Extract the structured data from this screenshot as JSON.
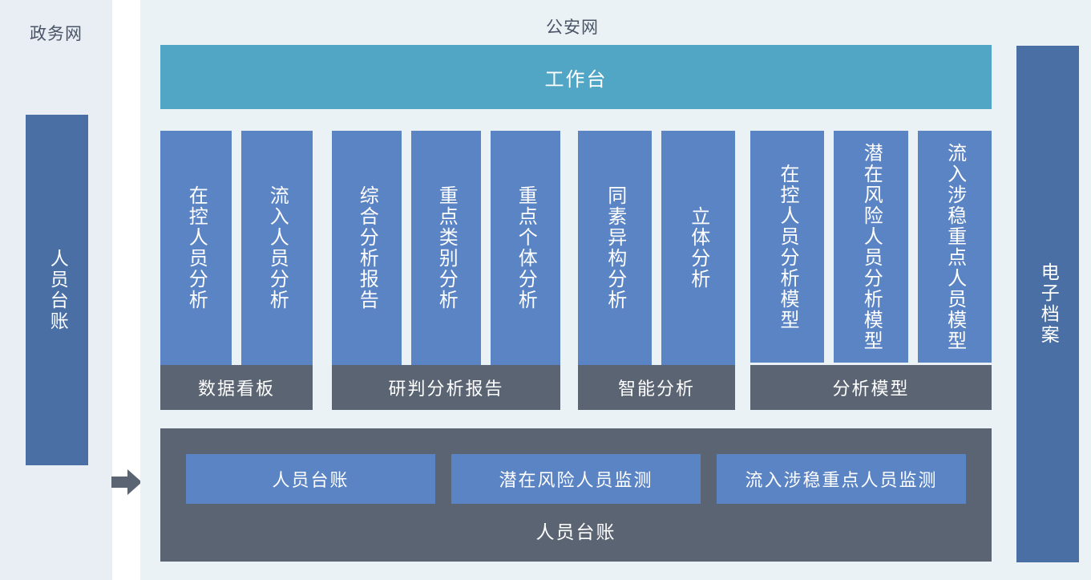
{
  "left_zone": {
    "title": "政务网",
    "bar_label": "人员台账",
    "arrow_icon": "arrow-right-icon",
    "bar_color": "#4A6FA5",
    "bg_color": "#E9EDF4"
  },
  "main_zone": {
    "title": "公安网",
    "bg_color": "#EBF2F5",
    "workbench": {
      "label": "工作台",
      "color": "#51A5C5"
    },
    "groups": [
      {
        "footer_label": "数据看板",
        "cards": [
          "在控人员分析",
          "流入人员分析"
        ]
      },
      {
        "footer_label": "研判分析报告",
        "cards": [
          "综合分析报告",
          "重点类别分析",
          "重点个体分析"
        ]
      },
      {
        "footer_label": "智能分析",
        "cards": [
          "同素异构分析",
          "立体分析"
        ]
      },
      {
        "footer_label": "分析模型",
        "cards": [
          "在控人员分析模型",
          "潜在风险人员分析模型",
          "流入涉稳重点人员模型"
        ]
      }
    ],
    "ledger": {
      "items": [
        "人员台账",
        "潜在风险人员监测",
        "流入涉稳重点人员监测"
      ],
      "caption": "人员台账",
      "panel_color": "#5B6472",
      "item_color": "#5B84C4"
    },
    "card_color": "#5B84C4",
    "footer_color": "#5B6472"
  },
  "right_zone": {
    "bar_label": "电子档案",
    "bar_color": "#4A6FA5",
    "bg_color": "#EBF2F5"
  }
}
